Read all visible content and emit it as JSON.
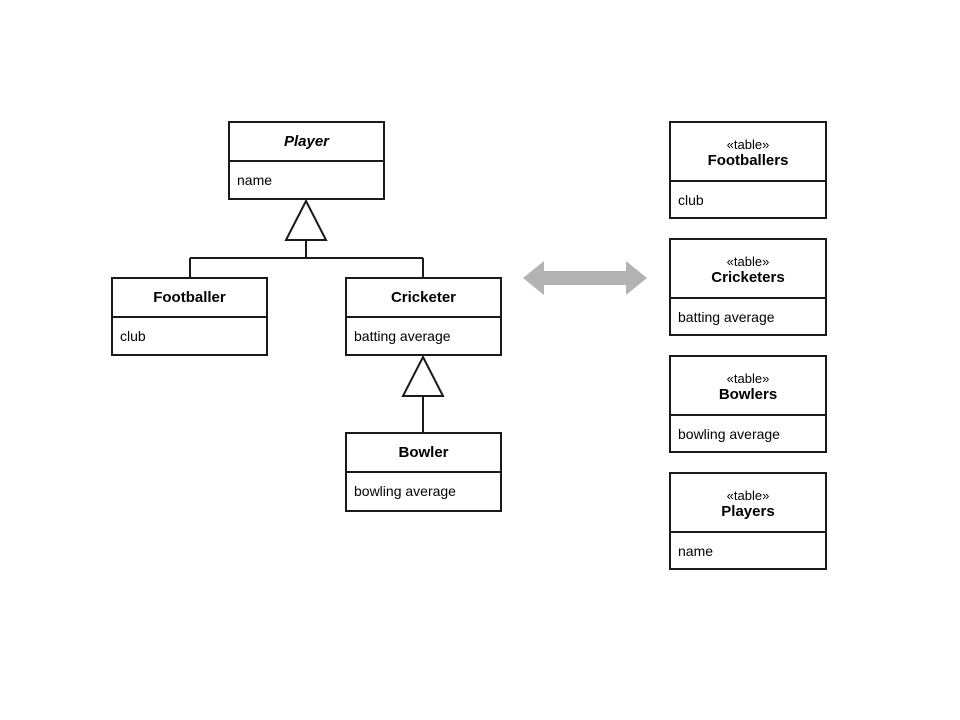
{
  "classes": {
    "player": {
      "name": "Player",
      "attribute": "name"
    },
    "footballer": {
      "name": "Footballer",
      "attribute": "club"
    },
    "cricketer": {
      "name": "Cricketer",
      "attribute": "batting average"
    },
    "bowler": {
      "name": "Bowler",
      "attribute": "bowling average"
    }
  },
  "tables": [
    {
      "stereotype": "«table»",
      "name": "Footballers",
      "column": "club"
    },
    {
      "stereotype": "«table»",
      "name": "Cricketers",
      "column": "batting average"
    },
    {
      "stereotype": "«table»",
      "name": "Bowlers",
      "column": "bowling average"
    },
    {
      "stereotype": "«table»",
      "name": "Players",
      "column": "name"
    }
  ],
  "colors": {
    "line": "#1a1a1a",
    "mapping_arrow": "#b3b3b3"
  }
}
